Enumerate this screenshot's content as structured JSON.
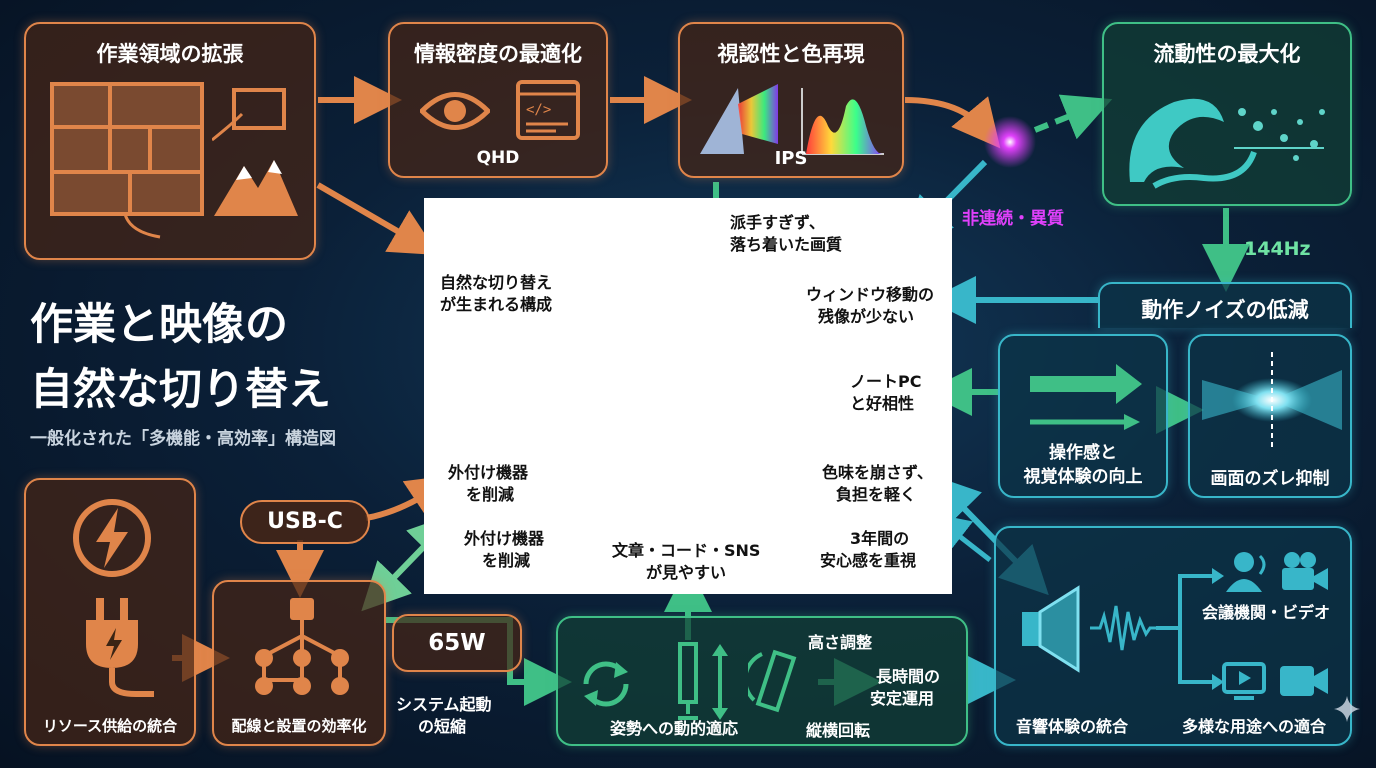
{
  "title": {
    "line1": "作業と映像の",
    "line2": "自然な切り替え",
    "subtitle": "一般化された「多機能・高効率」構造図"
  },
  "boxes": {
    "workspace": "作業領域の拡張",
    "density": {
      "title": "情報密度の最適化",
      "tag": "QHD"
    },
    "visibility": {
      "title": "視認性と色再現",
      "tag": "IPS"
    },
    "fluidity": "流動性の最大化",
    "motion_noise": "動作ノイズの低減",
    "operation": {
      "line1": "操作感と",
      "line2": "視覚体験の向上"
    },
    "screen": "画面のズレ抑制",
    "resource": "リソース供給の統合",
    "wiring": "配線と設置の効率化",
    "posture": "姿勢への動的適応",
    "sound": "音響体験の統合",
    "meeting": "会議機関・ビデオ",
    "usage": "多様な用途への適合"
  },
  "flow_labels": {
    "discontinuity": "非連続・異質",
    "hz": "144Hz",
    "usbc": "USB-C",
    "watt": "65W",
    "boot": {
      "line1": "システム起動",
      "line2": "の短縮"
    },
    "height": "高さ調整",
    "longrun": {
      "line1": "長時間の",
      "line2": "安定運用"
    },
    "rotate": "縦横回転"
  },
  "panel_labels": {
    "not_flashy": {
      "line1": "派手すぎず、",
      "line2": "落ち着いた画質"
    },
    "natural": {
      "line1": "自然な切り替え",
      "line2": "が生まれる構成"
    },
    "window": {
      "line1": "ウィンドウ移動の",
      "line2": "残像が少ない"
    },
    "laptop": {
      "line1": "ノートPC",
      "line2": "と好相性"
    },
    "external1": {
      "line1": "外付け機器",
      "line2": "を削減"
    },
    "color": {
      "line1": "色味を崩さず、",
      "line2": "負担を軽く"
    },
    "external2": {
      "line1": "外付け機器",
      "line2": "を削減"
    },
    "text": {
      "line1": "文章・コード・SNS",
      "line2": "が見やすい"
    },
    "years": {
      "line1": "3年間の",
      "line2": "安心感を重視"
    }
  },
  "colors": {
    "orange": "#e0854a",
    "green": "#3fbf86",
    "cyan": "#38b6c9",
    "magenta": "#e040fb"
  },
  "icons": [
    "window-layout-icon",
    "mountain-icon",
    "eye-icon",
    "code-window-icon",
    "prism-icon",
    "spectrum-icon",
    "wave-icon",
    "arrow-speed-icon",
    "light-beam-icon",
    "lightning-icon",
    "plug-icon",
    "network-icon",
    "rotate-icon",
    "monitor-stand-icon",
    "speaker-icon",
    "soundwave-icon",
    "person-icon",
    "video-camera-icon",
    "play-screen-icon"
  ]
}
